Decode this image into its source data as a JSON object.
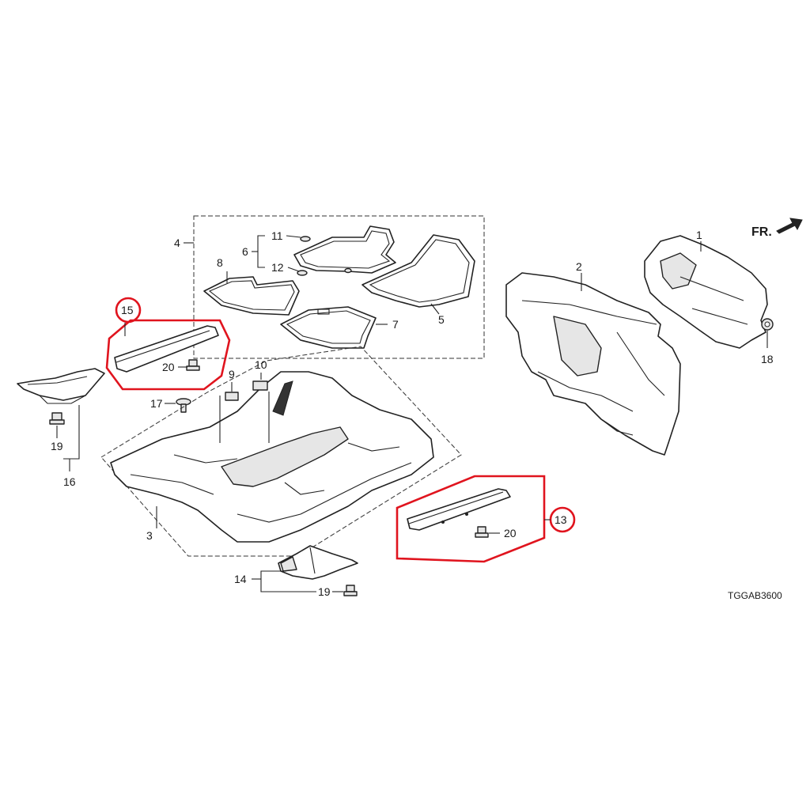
{
  "diagram": {
    "labels": {
      "p1": "1",
      "p2": "2",
      "p3": "3",
      "p4": "4",
      "p5": "5",
      "p6": "6",
      "p7": "7",
      "p8": "8",
      "p9": "9",
      "p10": "10",
      "p11": "11",
      "p12": "12",
      "p13": "13",
      "p14": "14",
      "p15": "15",
      "p16": "16",
      "p17": "17",
      "p18": "18",
      "p19a": "19",
      "p19b": "19",
      "p20a": "20",
      "p20b": "20"
    },
    "direction_label": "FR.",
    "diagram_code": "TGGAB3600",
    "highlight_color": "#e0141e"
  }
}
